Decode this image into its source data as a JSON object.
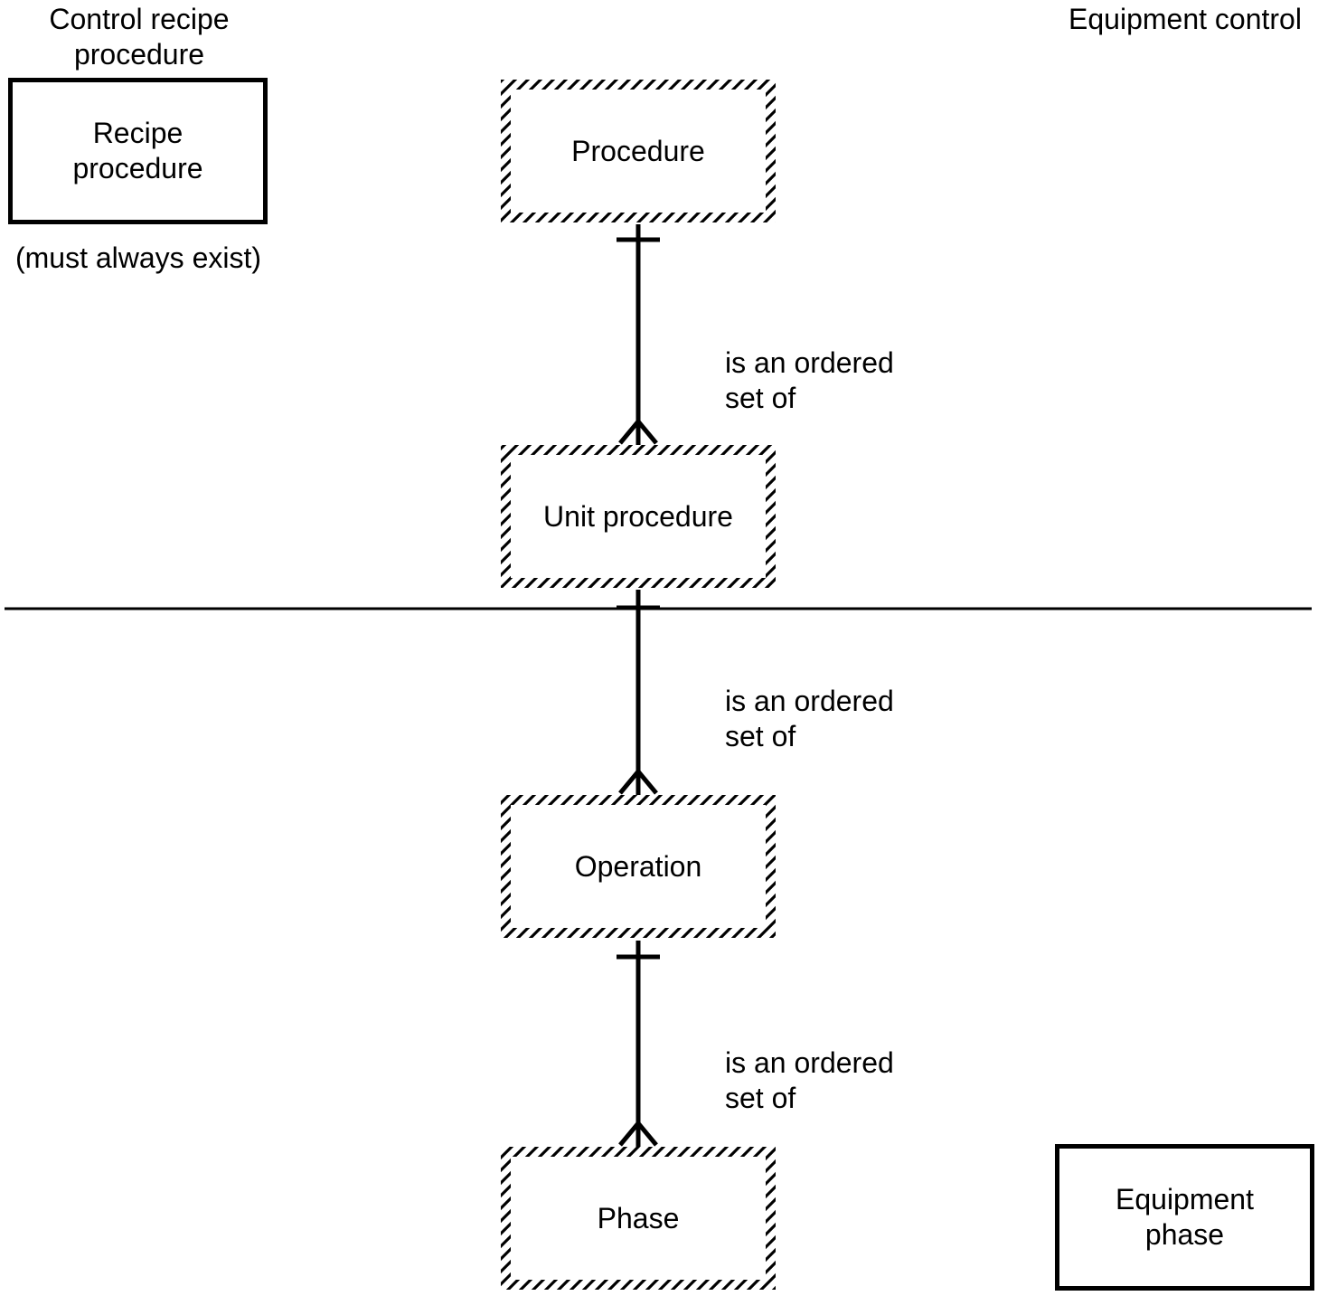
{
  "diagram": {
    "headers": {
      "control_recipe": "Control recipe\nprocedure",
      "equipment_control": "Equipment control"
    },
    "recipe_procedure": {
      "label": "Recipe\nprocedure",
      "note": "(must always exist)"
    },
    "equipment_phase": {
      "label": "Equipment\nphase"
    },
    "nodes": [
      {
        "id": "procedure",
        "label": "Procedure"
      },
      {
        "id": "unit-procedure",
        "label": "Unit procedure"
      },
      {
        "id": "operation",
        "label": "Operation"
      },
      {
        "id": "phase",
        "label": "Phase"
      }
    ],
    "relations": [
      {
        "from": "procedure",
        "to": "unit-procedure",
        "label": "is an ordered\nset of"
      },
      {
        "from": "unit-procedure",
        "to": "operation",
        "label": "is an ordered\nset of"
      },
      {
        "from": "operation",
        "to": "phase",
        "label": "is an ordered\nset of"
      }
    ],
    "colors": {
      "line": "#000000",
      "background": "#ffffff"
    }
  }
}
